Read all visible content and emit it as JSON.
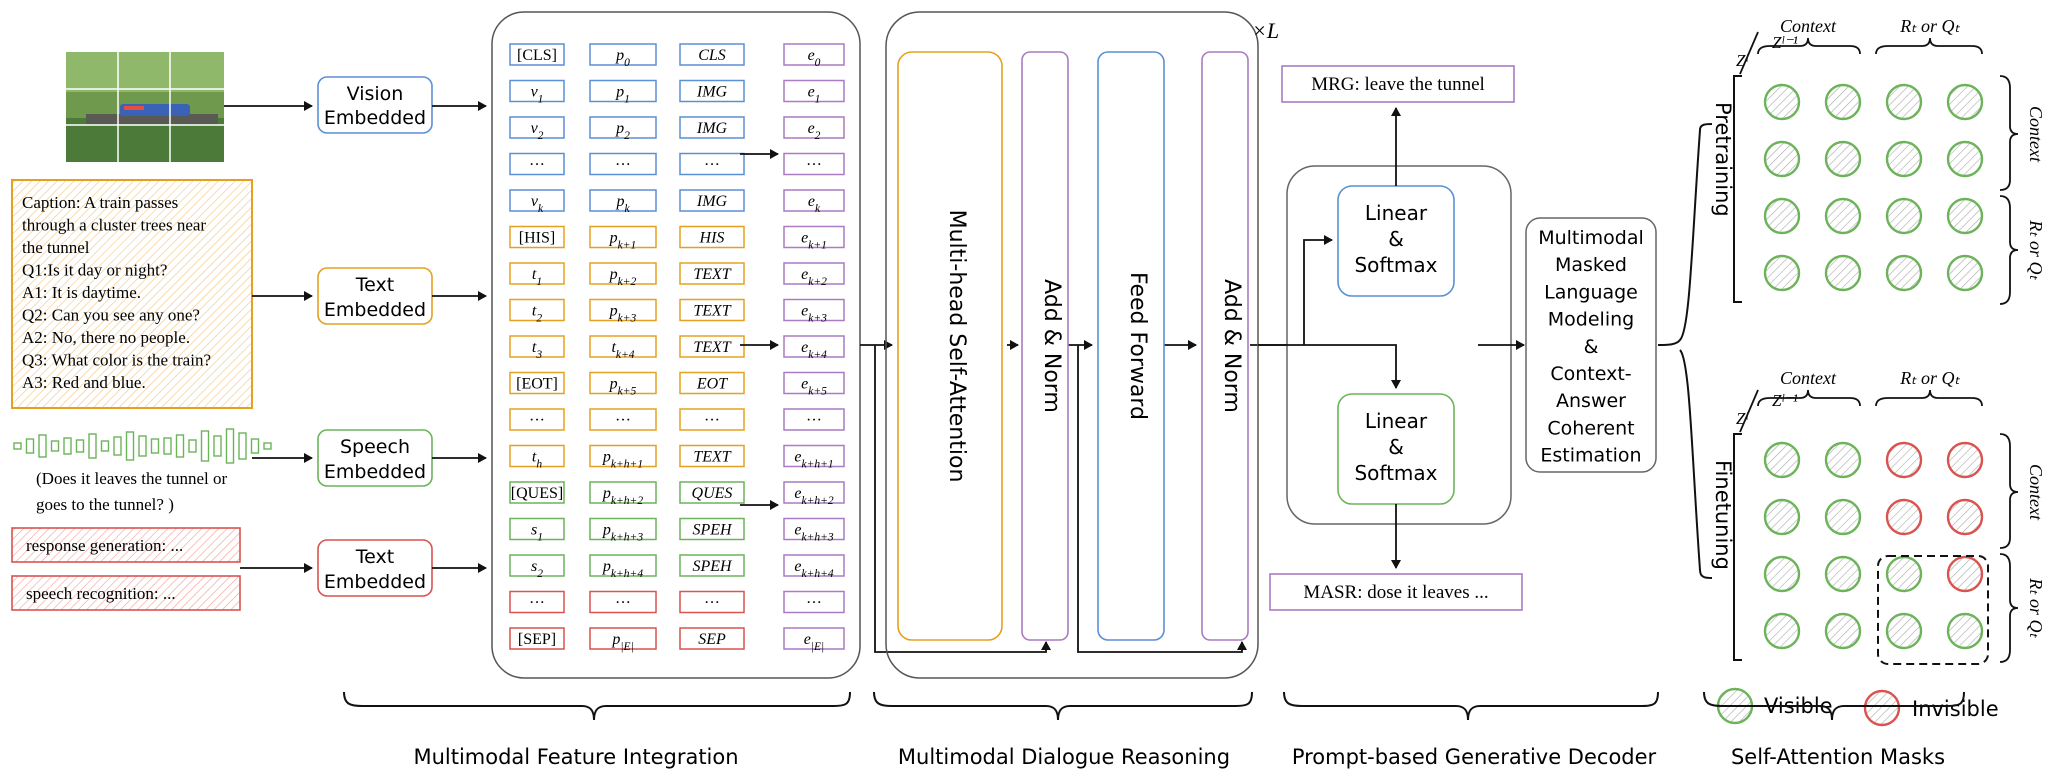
{
  "colors": {
    "blue": "#5b8fd6",
    "orange": "#e6a020",
    "green": "#6cb35a",
    "red": "#d9534f",
    "purple": "#a97bc2",
    "gray": "#555555"
  },
  "inputs": {
    "image_alt": "train photo",
    "vision_label": [
      "Vision",
      "Embedded"
    ],
    "text_label": [
      "Text",
      "Embedded"
    ],
    "speech_label": [
      "Speech",
      "Embedded"
    ],
    "text2_label": [
      "Text",
      "Embedded"
    ],
    "caption_lines": [
      "Caption: A train passes",
      "through a cluster trees near",
      "the tunnel",
      "Q1:Is it day or night?",
      "A1: It is daytime.",
      "Q2: Can you see any one?",
      "A2: No, there no people.",
      "Q3: What color is the train?",
      "A3: Red and blue."
    ],
    "speech_caption": [
      "(Does it leaves the tunnel or",
      "goes to the tunnel? )"
    ],
    "prompt_1": "response generation: ...",
    "prompt_2": "speech recognition: ..."
  },
  "feature_rows": [
    {
      "tok": "[CLS]",
      "pos": "p",
      "pos_sub": "0",
      "type": "CLS",
      "emb": "e",
      "emb_sub": "0",
      "color": "blue"
    },
    {
      "tok": "v",
      "tok_sub": "1",
      "pos": "p",
      "pos_sub": "1",
      "type": "IMG",
      "emb": "e",
      "emb_sub": "1",
      "color": "blue"
    },
    {
      "tok": "v",
      "tok_sub": "2",
      "pos": "p",
      "pos_sub": "2",
      "type": "IMG",
      "emb": "e",
      "emb_sub": "2",
      "color": "blue"
    },
    {
      "tok": "···",
      "pos": "···",
      "type": "···",
      "emb": "···",
      "color": "blue"
    },
    {
      "tok": "v",
      "tok_sub": "k",
      "pos": "p",
      "pos_sub": "k",
      "type": "IMG",
      "emb": "e",
      "emb_sub": "k",
      "color": "blue"
    },
    {
      "tok": "[HIS]",
      "pos": "p",
      "pos_sub": "k+1",
      "type": "HIS",
      "emb": "e",
      "emb_sub": "k+1",
      "color": "orange"
    },
    {
      "tok": "t",
      "tok_sub": "1",
      "pos": "p",
      "pos_sub": "k+2",
      "type": "TEXT",
      "emb": "e",
      "emb_sub": "k+2",
      "color": "orange"
    },
    {
      "tok": "t",
      "tok_sub": "2",
      "pos": "p",
      "pos_sub": "k+3",
      "type": "TEXT",
      "emb": "e",
      "emb_sub": "k+3",
      "color": "orange"
    },
    {
      "tok": "t",
      "tok_sub": "3",
      "pos": "t",
      "pos_sub": "k+4",
      "type": "TEXT",
      "emb": "e",
      "emb_sub": "k+4",
      "color": "orange"
    },
    {
      "tok": "[EOT]",
      "pos": "p",
      "pos_sub": "k+5",
      "type": "EOT",
      "emb": "e",
      "emb_sub": "k+5",
      "color": "orange"
    },
    {
      "tok": "···",
      "pos": "···",
      "type": "···",
      "emb": "···",
      "color": "orange"
    },
    {
      "tok": "t",
      "tok_sub": "h",
      "pos": "p",
      "pos_sub": "k+h+1",
      "type": "TEXT",
      "emb": "e",
      "emb_sub": "k+h+1",
      "color": "orange"
    },
    {
      "tok": "[QUES]",
      "pos": "p",
      "pos_sub": "k+h+2",
      "type": "QUES",
      "emb": "e",
      "emb_sub": "k+h+2",
      "color": "green"
    },
    {
      "tok": "s",
      "tok_sub": "1",
      "pos": "p",
      "pos_sub": "k+h+3",
      "type": "SPEH",
      "emb": "e",
      "emb_sub": "k+h+3",
      "color": "green"
    },
    {
      "tok": "s",
      "tok_sub": "2",
      "pos": "p",
      "pos_sub": "k+h+4",
      "type": "SPEH",
      "emb": "e",
      "emb_sub": "k+h+4",
      "color": "green"
    },
    {
      "tok": "···",
      "pos": "···",
      "type": "···",
      "emb": "···",
      "color": "red"
    },
    {
      "tok": "[SEP]",
      "pos": "p",
      "pos_sub": "|E|",
      "type": "SEP",
      "emb": "e",
      "emb_sub": "|E|",
      "color": "red"
    }
  ],
  "reasoning": {
    "times_label": "×L",
    "attention": "Multi-head Self-Attention",
    "add_norm_1": "Add & Norm",
    "feed_forward": "Feed Forward",
    "add_norm_2": "Add & Norm"
  },
  "decoder": {
    "mrg_output": "MRG: leave the tunnel",
    "masr_output": "MASR: dose it leaves ...",
    "linear_top": [
      "Linear",
      "&",
      "Softmax"
    ],
    "linear_bottom": [
      "Linear",
      "&",
      "Softmax"
    ],
    "objective": [
      "Multimodal",
      "Masked",
      "Language",
      "Modeling",
      "&",
      "Context-",
      "Answer",
      "Coherent",
      "Estimation"
    ]
  },
  "masks": {
    "pretraining": "Pretraining",
    "finetuning": "Finetuning",
    "context_label": "Context",
    "rq_label": "Rₜ or Qₜ",
    "z_l": "Zˡ",
    "z_l_minus_1": "Zˡ⁻¹",
    "pretraining_grid": [
      [
        "v",
        "v",
        "v",
        "v"
      ],
      [
        "v",
        "v",
        "v",
        "v"
      ],
      [
        "v",
        "v",
        "v",
        "v"
      ],
      [
        "v",
        "v",
        "v",
        "v"
      ]
    ],
    "finetuning_grid": [
      [
        "v",
        "v",
        "i",
        "i"
      ],
      [
        "v",
        "v",
        "i",
        "i"
      ],
      [
        "v",
        "v",
        "v",
        "i"
      ],
      [
        "v",
        "v",
        "v",
        "v"
      ]
    ],
    "legend_visible": "Visible",
    "legend_invisible": "Invisible"
  },
  "section_labels": {
    "integration": "Multimodal Feature Integration",
    "reasoning": "Multimodal Dialogue Reasoning",
    "decoder": "Prompt-based Generative Decoder",
    "masks": "Self-Attention Masks"
  }
}
